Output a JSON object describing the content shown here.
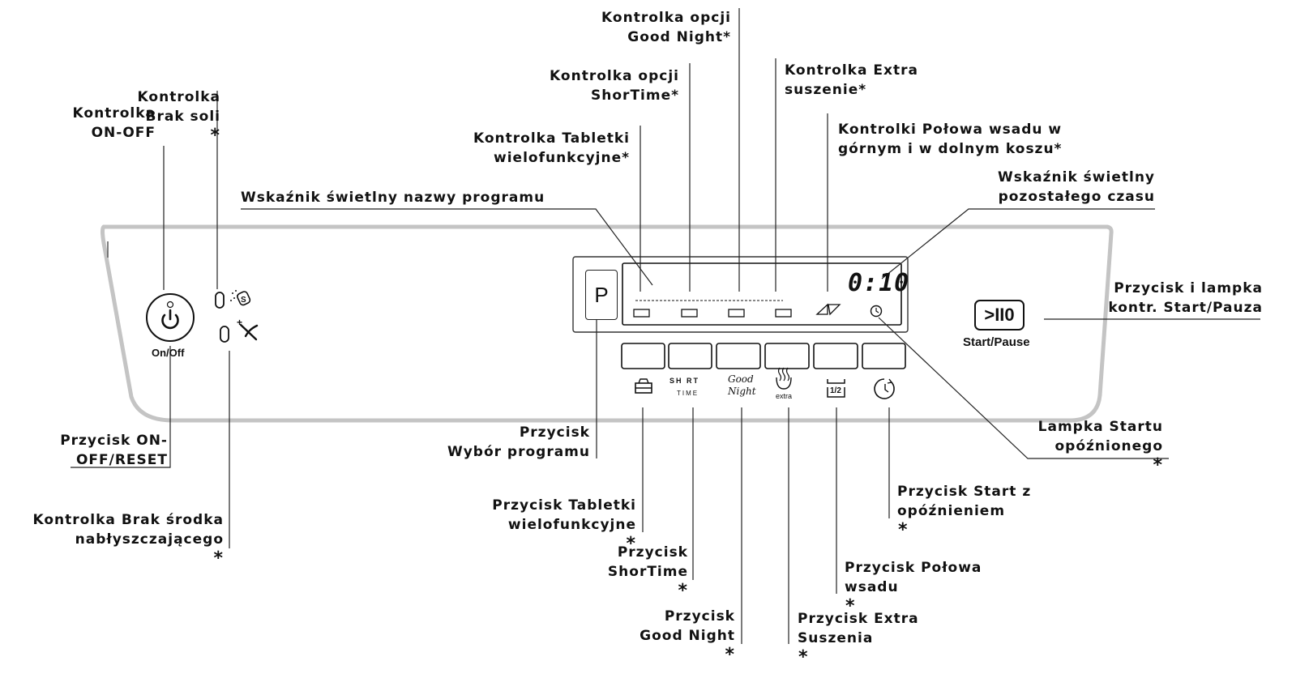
{
  "panel": {
    "onoff_button_label": "On/Off",
    "program_button_label": "P",
    "start_pause_button_symbol": ">II0",
    "start_pause_label": "Start/Pause",
    "display_time": "0:10",
    "short_time_icon_text_top": "SH RT",
    "short_time_icon_text_bottom": "TIME",
    "good_night_icon_text_top": "Good",
    "good_night_icon_text_bottom": "Night",
    "extra_icon_text": "extra",
    "half_load_icon_text": "1/2"
  },
  "callouts": {
    "kontrolka_on_off": [
      "Kontrolka",
      "ON-OFF"
    ],
    "kontrolka_brak_soli": [
      "Kontrolka",
      "Brak soli"
    ],
    "kontrolka_tabletki": [
      "Kontrolka Tabletki",
      "wielofunkcyjne*"
    ],
    "kontrolka_shortime": [
      "Kontrolka opcji",
      "ShorTime*"
    ],
    "kontrolka_good_night": [
      "Kontrolka opcji",
      "Good Night*"
    ],
    "kontrolka_extra_suszenie": [
      "Kontrolka Extra",
      "suszenie*"
    ],
    "kontrolki_polowa_wsadu": [
      "Kontrolki Połowa wsadu w",
      "górnym i w dolnym koszu*"
    ],
    "wskaznik_nazwy_programu": [
      "Wskaźnik świetlny nazwy programu"
    ],
    "wskaznik_pozostalego_czasu": [
      "Wskaźnik świetlny",
      "pozostałego czasu"
    ],
    "przycisk_start_pauza": [
      "Przycisk i lampka",
      "kontr. Start/Pauza"
    ],
    "przycisk_on_off_reset": [
      "Przycisk ON-",
      "OFF/RESET"
    ],
    "kontrolka_brak_srodka": [
      "Kontrolka Brak środka",
      "nabłyszczającego"
    ],
    "przycisk_wybor_programu": [
      "Przycisk",
      "Wybór programu"
    ],
    "przycisk_tabletki": [
      "Przycisk Tabletki",
      "wielofunkcyjne"
    ],
    "przycisk_shortime": [
      "Przycisk",
      "ShorTime"
    ],
    "przycisk_good_night": [
      "Przycisk",
      "Good Night"
    ],
    "przycisk_extra_suszenia": [
      "Przycisk Extra",
      "Suszenia"
    ],
    "przycisk_polowa_wsadu": [
      "Przycisk Połowa",
      "wsadu"
    ],
    "przycisk_start_z_opoznieniem": [
      "Przycisk Start z",
      "opóźnieniem"
    ],
    "lampka_startu_opoznionego": [
      "Lampka Startu",
      "opóźnionego"
    ]
  },
  "star": "*"
}
